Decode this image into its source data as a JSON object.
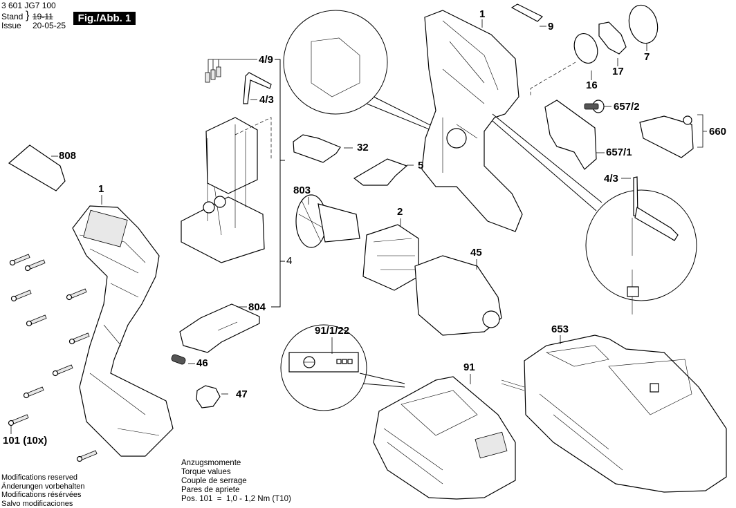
{
  "header": {
    "part_number": "3 601 JG7 100",
    "stand_label": "Stand",
    "issue_label": "Issue",
    "stand_date_struck": "19-11",
    "issue_date": "20-05-25",
    "figure_label": "Fig./Abb. 1"
  },
  "part_labels": {
    "housing_top": "1",
    "housing_left": "1",
    "nameplate": "9",
    "cover": "7",
    "insert": "17",
    "disc": "16",
    "screw_clip": "657/2",
    "belt_clip": "657/1",
    "bit_holder": "660",
    "switch_assembly": "4",
    "sensor_cable_top": "4/9",
    "cable_top": "4/3",
    "cable_detail": "4/3",
    "pcb_holder": "804",
    "label_808": "808",
    "slide_32": "32",
    "slide_5": "5",
    "fan_803": "803",
    "motor_2": "2",
    "gearbox_45": "45",
    "spring_46": "46",
    "knob_47": "47",
    "screws": "101 (10x)",
    "battery_label_detail": "91/1/22",
    "battery": "91",
    "charger": "653"
  },
  "footer": {
    "modifications": [
      "Modifications reserved",
      "Änderungen vorbehalten",
      "Modifications résérvées",
      "Salvo modificaciones"
    ],
    "torque": [
      "Anzugsmomente",
      "Torque values",
      "Couple de serrage",
      "Pares de apriete",
      "Pos. 101  =  1,0 - 1,2 Nm (T10)"
    ]
  }
}
